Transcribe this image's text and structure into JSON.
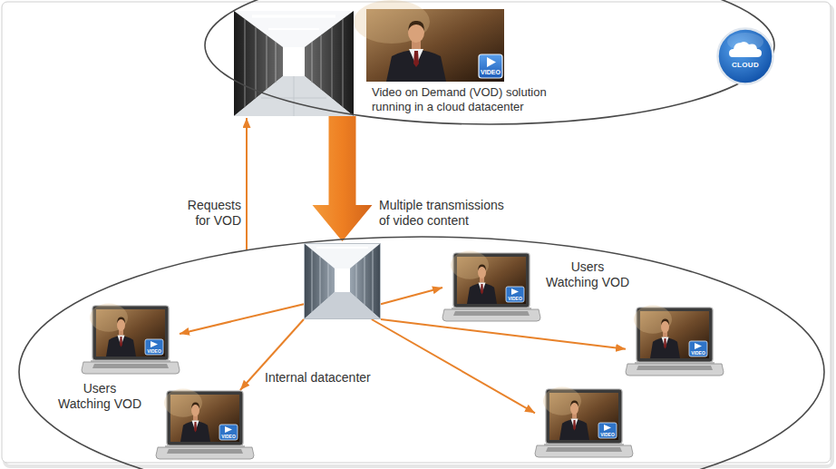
{
  "diagram": {
    "nodes": [
      {
        "text": [
          "Video on Demand (VOD) solution running in a cloud datacenter"
        ]
      },
      {
        "text": [
          "VIDEO"
        ],
        "in": 0
      },
      {
        "text": [
          "CLOUD"
        ],
        "in": 0
      },
      {
        "text": [
          "Users Watching VOD",
          "Users Watching VOD"
        ]
      },
      {
        "text": [
          "Internal datacenter"
        ],
        "in": 3
      },
      {
        "text": [
          "VIDEO"
        ],
        "in": 3
      },
      {
        "text": [
          "VIDEO"
        ],
        "in": 3
      },
      {
        "text": [
          "VIDEO"
        ],
        "in": 3
      },
      {
        "text": [
          "VIDEO"
        ],
        "in": 3
      },
      {
        "text": [
          "VIDEO"
        ],
        "in": 3
      }
    ],
    "edges": [
      {
        "from": 3,
        "to": 0,
        "label": "Requests for VOD",
        "arrow": "to"
      },
      {
        "from": 0,
        "to": 4,
        "label": "Multiple transmissions of video content",
        "arrow": "to"
      },
      {
        "from": 4,
        "to": 5,
        "arrow": "to"
      },
      {
        "from": 4,
        "to": 6,
        "arrow": "to"
      },
      {
        "from": 4,
        "to": 7,
        "arrow": "to"
      },
      {
        "from": 4,
        "to": 8,
        "arrow": "to"
      },
      {
        "from": 4,
        "to": 9,
        "arrow": "to"
      }
    ]
  }
}
